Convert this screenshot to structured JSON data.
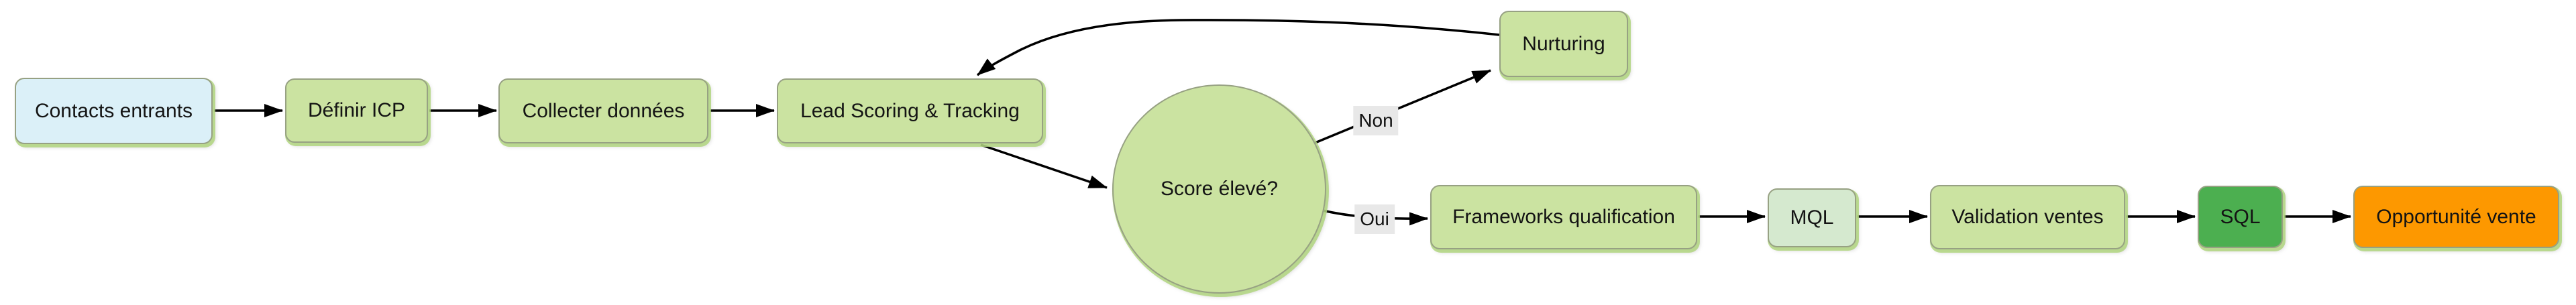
{
  "diagram": {
    "nodes": {
      "contacts": {
        "label": "Contacts entrants",
        "fill": "#dbf0f8",
        "shape": "rounded-rect"
      },
      "definir": {
        "label": "Définir ICP",
        "fill": "#cbe3a1",
        "shape": "rounded-rect"
      },
      "collecter": {
        "label": "Collecter données",
        "fill": "#cbe3a1",
        "shape": "rounded-rect"
      },
      "lead": {
        "label": "Lead Scoring & Tracking",
        "fill": "#cbe3a1",
        "shape": "rounded-rect"
      },
      "score": {
        "label": "Score élevé?",
        "fill": "#cbe3a1",
        "shape": "circle"
      },
      "nurturing": {
        "label": "Nurturing",
        "fill": "#cbe3a1",
        "shape": "rounded-rect"
      },
      "frameworks": {
        "label": "Frameworks qualification",
        "fill": "#cbe3a1",
        "shape": "rounded-rect"
      },
      "mql": {
        "label": "MQL",
        "fill": "#d5e9cf",
        "shape": "rounded-rect"
      },
      "validation": {
        "label": "Validation ventes",
        "fill": "#cbe3a1",
        "shape": "rounded-rect"
      },
      "sql": {
        "label": "SQL",
        "fill": "#4caf50",
        "shape": "rounded-rect"
      },
      "opportunite": {
        "label": "Opportunité vente",
        "fill": "#fd9800",
        "shape": "rounded-rect"
      }
    },
    "edge_labels": {
      "non": "Non",
      "oui": "Oui"
    },
    "colors": {
      "background": "#ffffff",
      "edge": "#000000",
      "node_border": "#97a183",
      "node_glow": "#b1d680",
      "edge_label_bg": "#e8e8e8",
      "text": "#141414"
    }
  }
}
